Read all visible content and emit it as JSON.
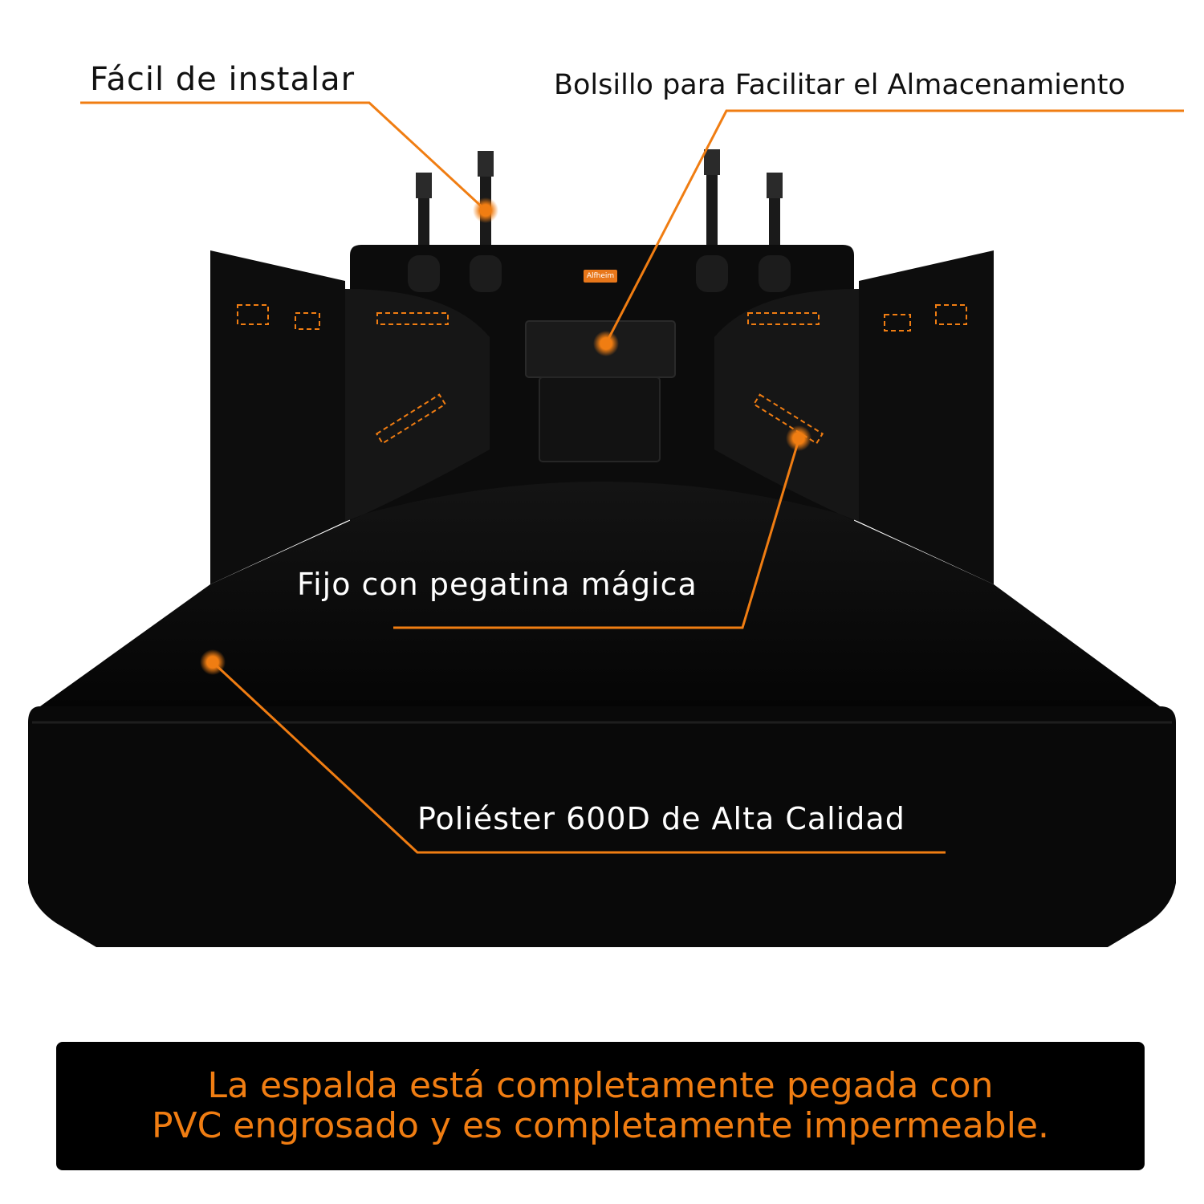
{
  "colors": {
    "accent": "#f07d12",
    "product": "#0b0b0b",
    "banner_bg": "#000000"
  },
  "callouts": {
    "install": "Fácil de instalar",
    "pocket": "Bolsillo para Facilitar el Almacenamiento",
    "velcro": "Fijo con pegatina mágica",
    "material": "Poliéster 600D de Alta Calidad"
  },
  "product": {
    "brand_tag": "Alfheim"
  },
  "banner": {
    "line1": "La espalda está completamente pegada con",
    "line2": "PVC engrosado y es completamente impermeable."
  }
}
